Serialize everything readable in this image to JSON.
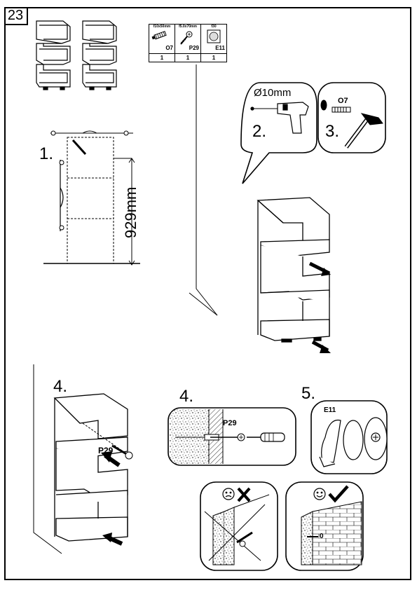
{
  "page": {
    "number": "23"
  },
  "parts": [
    {
      "spec": "f10x50mm",
      "code": "O7",
      "qty": "1",
      "icon": "dowel-icon"
    },
    {
      "spec": "f5.0x70mm",
      "code": "P29",
      "qty": "1",
      "icon": "screw-icon"
    },
    {
      "spec": "f30",
      "code": "E11",
      "qty": "1",
      "icon": "cover-cap-icon"
    }
  ],
  "steps": {
    "s1": "1.",
    "s2": "2.",
    "s3": "3.",
    "s4a": "4.",
    "s4b": "4.",
    "s5": "5."
  },
  "labels": {
    "height": "929mm",
    "drill": "Ø10mm",
    "dowel": "O7",
    "screw_a": "P29",
    "screw_b": "P29",
    "cap": "E11",
    "wall_zero": "0"
  },
  "icons": [
    "sad-face-icon",
    "cross-mark-icon",
    "happy-face-icon",
    "check-mark-icon",
    "drill-icon",
    "hammer-icon",
    "screwdriver-icon",
    "arrow-icon"
  ]
}
